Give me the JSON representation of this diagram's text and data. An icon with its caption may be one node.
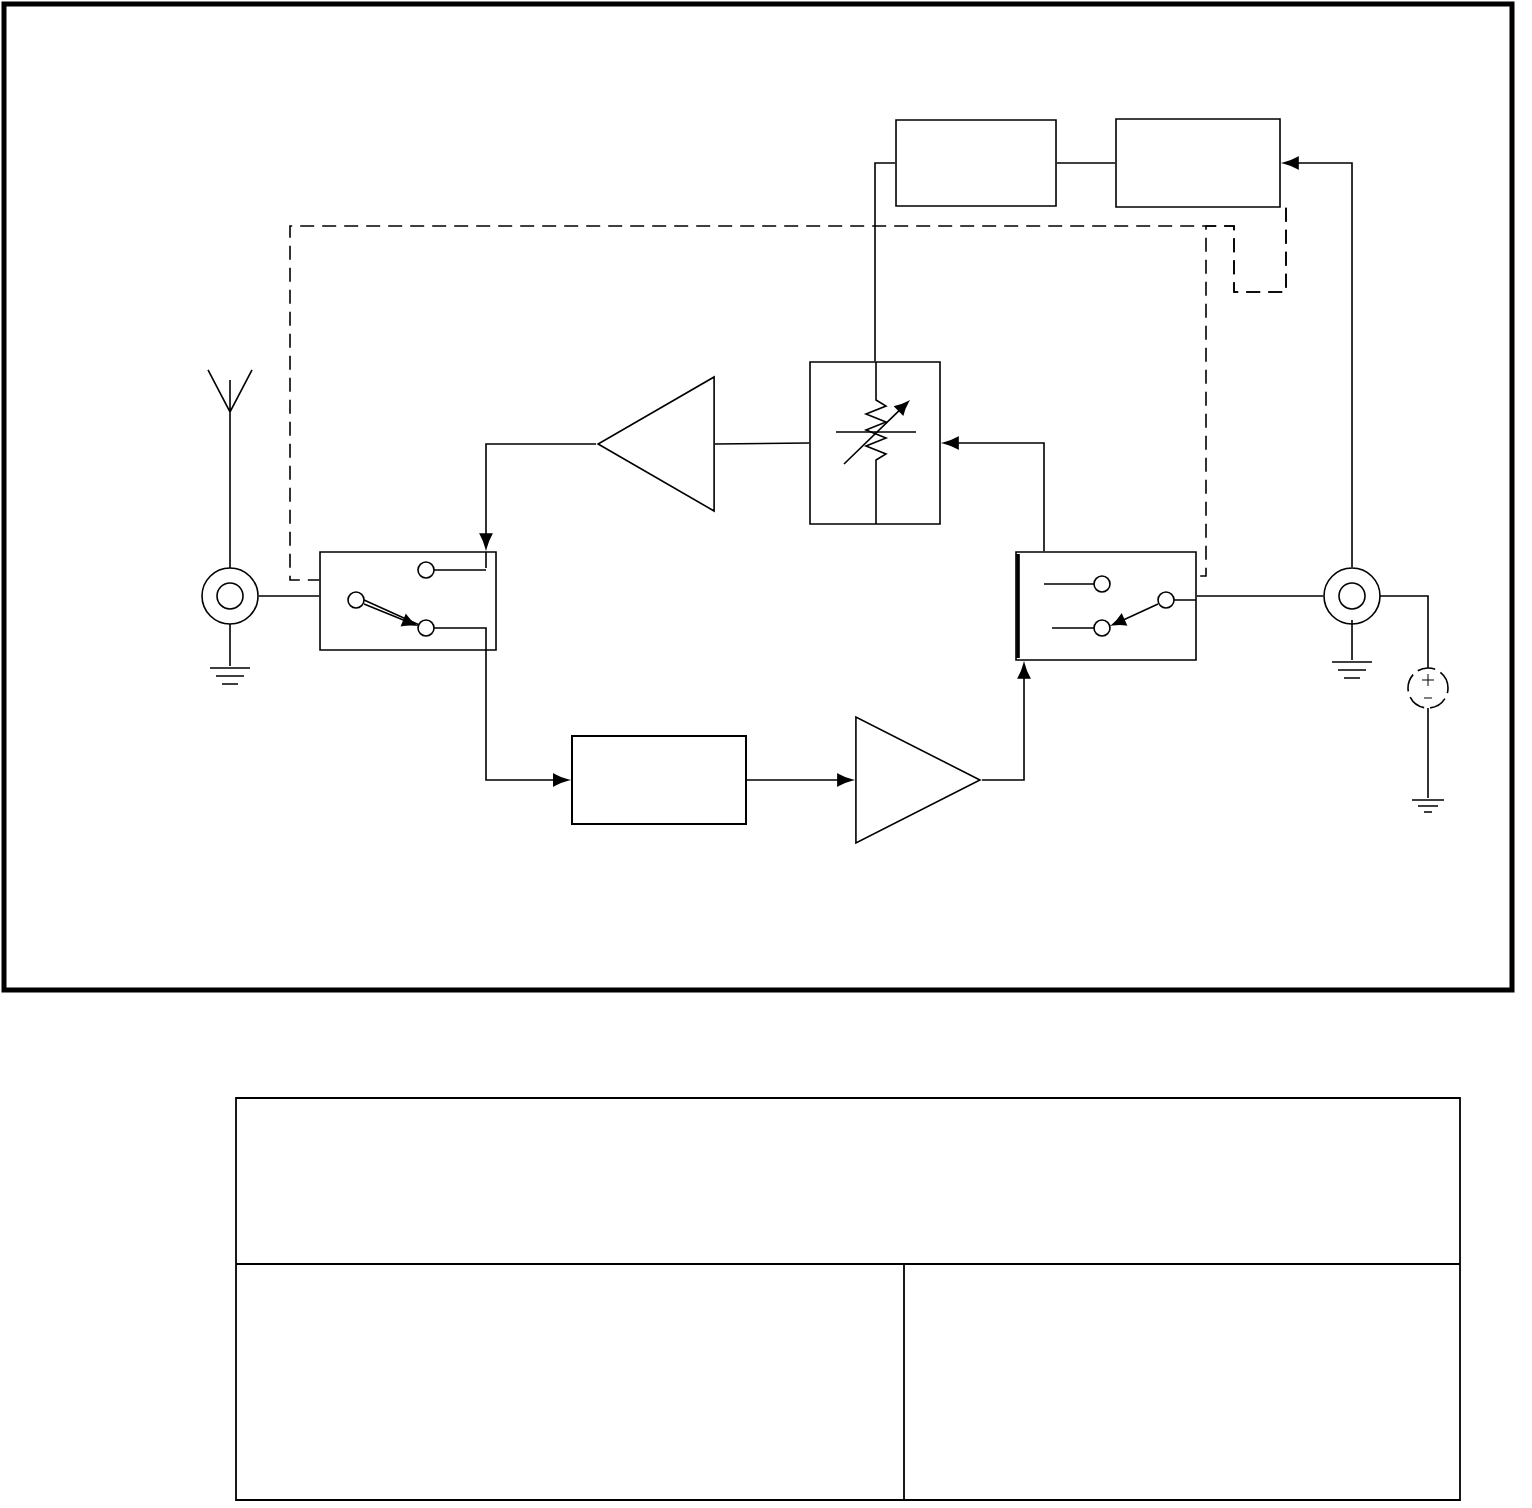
{
  "diagram": {
    "nodes": [
      {
        "text": [],
        "shape": "box"
      },
      {
        "text": [],
        "shape": "box"
      },
      {
        "text": [],
        "shape": "box"
      },
      {
        "text": [],
        "shape": "triangle"
      },
      {
        "text": [],
        "shape": "box"
      },
      {
        "text": [],
        "shape": "box"
      },
      {
        "text": [],
        "shape": "circle"
      },
      {
        "text": [],
        "shape": "circle"
      },
      {
        "text": [],
        "shape": "box"
      },
      {
        "text": [],
        "shape": "triangle"
      }
    ],
    "edges": [
      {
        "from": 4,
        "to": 8,
        "arrow": "to"
      },
      {
        "from": 8,
        "to": 9,
        "arrow": "to"
      },
      {
        "from": 9,
        "to": 5,
        "arrow": "to"
      },
      {
        "from": 5,
        "to": 2,
        "arrow": "to"
      },
      {
        "from": 2,
        "to": 3,
        "arrow": "none"
      },
      {
        "from": 3,
        "to": 4,
        "arrow": "to"
      },
      {
        "from": 6,
        "to": 4,
        "arrow": "none"
      },
      {
        "from": 5,
        "to": 7,
        "arrow": "none"
      },
      {
        "from": 7,
        "to": 1,
        "arrow": "to"
      },
      {
        "from": 0,
        "to": 1,
        "arrow": "none"
      },
      {
        "from": 2,
        "to": 0,
        "arrow": "none"
      },
      {
        "from": 1,
        "to": 4,
        "arrow": "none",
        "style": "dashed"
      },
      {
        "from": 1,
        "to": 5,
        "arrow": "none",
        "style": "dashed"
      }
    ]
  }
}
